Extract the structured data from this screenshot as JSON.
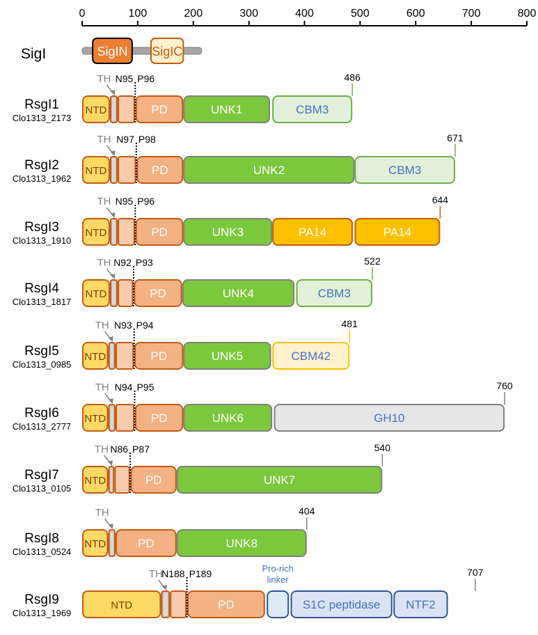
{
  "axis": {
    "ticks": [
      0,
      100,
      200,
      300,
      400,
      500,
      600,
      700,
      800
    ],
    "range": [
      0,
      800
    ]
  },
  "colors": {
    "NTD": {
      "fill": "#FFD966",
      "stroke": "#C55A11",
      "text": "#7F3F00"
    },
    "TH": {
      "fill": "#BFBFBF",
      "stroke": "#C55A11"
    },
    "PDpre": {
      "fill": "#F8CBAD",
      "stroke": "#C55A11"
    },
    "PD": {
      "fill": "#F4B183",
      "stroke": "#C55A11",
      "text": "#FFFFFF"
    },
    "UNK": {
      "fill": "#7CC83C",
      "stroke": "#808080",
      "text": "#FFFFFF"
    },
    "CBM": {
      "fill": "#E2F0D9",
      "stroke": "#70AD47",
      "text": "#4472C4"
    },
    "CBM42": {
      "fill": "#FFF2CC",
      "stroke": "#FFC000",
      "text": "#4472C4"
    },
    "PA14": {
      "fill": "#FFC000",
      "stroke": "#C55A11",
      "text": "#FFFFFF"
    },
    "GH10": {
      "fill": "#E7E6E6",
      "stroke": "#808080",
      "text": "#4472C4"
    },
    "SigIN": {
      "fill": "#ED7D31",
      "stroke": "#000000",
      "text": "#FFFFFF"
    },
    "SigIC": {
      "fill": "#FFF2CC",
      "stroke": "#C55A11",
      "text": "#C55A11"
    },
    "link": {
      "fill": "#DEEBF7",
      "stroke": "#2F5597"
    },
    "S1C": {
      "fill": "#DAE3F3",
      "stroke": "#2F5597",
      "text": "#4472C4"
    },
    "label": "#000000",
    "th_label": "#808080",
    "backbone": "#A6A6A6"
  },
  "sigI": {
    "name": "SigI",
    "length": 215,
    "domains": [
      {
        "label": "SigIN",
        "start": 19,
        "end": 90,
        "style": "SigIN"
      },
      {
        "label": "SigIC",
        "start": 124,
        "end": 182,
        "style": "SigIC"
      }
    ]
  },
  "proteins": [
    {
      "name": "RsgI1",
      "locus": "Clo1313_2173",
      "length": 486,
      "length_label": "486",
      "th_label": "TH",
      "site_n": "N95",
      "site_p": "P96",
      "cleave": 95,
      "domains": [
        {
          "label": "NTD",
          "start": 0,
          "end": 50,
          "style": "NTD"
        },
        {
          "label": "",
          "start": 50,
          "end": 64,
          "style": "TH"
        },
        {
          "label": "",
          "start": 64,
          "end": 95,
          "style": "PDpre"
        },
        {
          "label": "PD",
          "start": 96,
          "end": 182,
          "style": "PD"
        },
        {
          "label": "UNK1",
          "start": 182,
          "end": 338,
          "style": "UNK"
        },
        {
          "label": "CBM3",
          "start": 342,
          "end": 486,
          "style": "CBM"
        }
      ]
    },
    {
      "name": "RsgI2",
      "locus": "Clo1313_1962",
      "length": 671,
      "length_label": "671",
      "th_label": "TH",
      "site_n": "N97",
      "site_p": "P98",
      "cleave": 97,
      "domains": [
        {
          "label": "NTD",
          "start": 0,
          "end": 50,
          "style": "NTD"
        },
        {
          "label": "",
          "start": 50,
          "end": 64,
          "style": "TH"
        },
        {
          "label": "",
          "start": 64,
          "end": 97,
          "style": "PDpre"
        },
        {
          "label": "PD",
          "start": 98,
          "end": 182,
          "style": "PD"
        },
        {
          "label": "UNK2",
          "start": 182,
          "end": 490,
          "style": "UNK"
        },
        {
          "label": "CBM3",
          "start": 490,
          "end": 671,
          "style": "CBM"
        }
      ]
    },
    {
      "name": "RsgI3",
      "locus": "Clo1313_1910",
      "length": 644,
      "length_label": "644",
      "th_label": "TH",
      "site_n": "N95",
      "site_p": "P96",
      "cleave": 95,
      "domains": [
        {
          "label": "NTD",
          "start": 0,
          "end": 50,
          "style": "NTD"
        },
        {
          "label": "",
          "start": 50,
          "end": 64,
          "style": "TH"
        },
        {
          "label": "",
          "start": 64,
          "end": 95,
          "style": "PDpre"
        },
        {
          "label": "PD",
          "start": 96,
          "end": 182,
          "style": "PD"
        },
        {
          "label": "UNK3",
          "start": 182,
          "end": 342,
          "style": "UNK"
        },
        {
          "label": "PA14",
          "start": 342,
          "end": 487,
          "style": "PA14"
        },
        {
          "label": "PA14",
          "start": 490,
          "end": 644,
          "style": "PA14"
        }
      ]
    },
    {
      "name": "RsgI4",
      "locus": "Clo1313_1817",
      "length": 522,
      "length_label": "522",
      "th_label": "TH",
      "site_n": "N92",
      "site_p": "P93",
      "cleave": 92,
      "domains": [
        {
          "label": "NTD",
          "start": 0,
          "end": 50,
          "style": "NTD"
        },
        {
          "label": "",
          "start": 50,
          "end": 64,
          "style": "TH"
        },
        {
          "label": "",
          "start": 64,
          "end": 92,
          "style": "PDpre"
        },
        {
          "label": "PD",
          "start": 93,
          "end": 180,
          "style": "PD"
        },
        {
          "label": "UNK4",
          "start": 180,
          "end": 382,
          "style": "UNK"
        },
        {
          "label": "CBM3",
          "start": 385,
          "end": 522,
          "style": "CBM"
        }
      ]
    },
    {
      "name": "RsgI5",
      "locus": "Clo1313_0985",
      "length": 481,
      "length_label": "481",
      "th_label": "TH",
      "site_n": "N93",
      "site_p": "P94",
      "cleave": 93,
      "domains": [
        {
          "label": "NTD",
          "start": 0,
          "end": 47,
          "style": "NTD"
        },
        {
          "label": "",
          "start": 47,
          "end": 60,
          "style": "TH"
        },
        {
          "label": "",
          "start": 60,
          "end": 93,
          "style": "PDpre"
        },
        {
          "label": "PD",
          "start": 94,
          "end": 182,
          "style": "PD"
        },
        {
          "label": "UNK5",
          "start": 182,
          "end": 340,
          "style": "UNK"
        },
        {
          "label": "CBM42",
          "start": 342,
          "end": 481,
          "style": "CBM42"
        }
      ]
    },
    {
      "name": "RsgI6",
      "locus": "Clo1313_2777",
      "length": 760,
      "length_label": "760",
      "th_label": "TH",
      "site_n": "N94",
      "site_p": "P95",
      "cleave": 94,
      "domains": [
        {
          "label": "NTD",
          "start": 0,
          "end": 47,
          "style": "NTD"
        },
        {
          "label": "",
          "start": 47,
          "end": 60,
          "style": "TH"
        },
        {
          "label": "",
          "start": 60,
          "end": 94,
          "style": "PDpre"
        },
        {
          "label": "PD",
          "start": 95,
          "end": 182,
          "style": "PD"
        },
        {
          "label": "UNK6",
          "start": 182,
          "end": 342,
          "style": "UNK"
        },
        {
          "label": "GH10",
          "start": 345,
          "end": 760,
          "style": "GH10"
        }
      ]
    },
    {
      "name": "RsgI7",
      "locus": "Clo1313_0105",
      "length": 540,
      "length_label": "540",
      "th_label": "TH",
      "site_n": "N86",
      "site_p": "P87",
      "cleave": 86,
      "domains": [
        {
          "label": "NTD",
          "start": 0,
          "end": 47,
          "style": "NTD"
        },
        {
          "label": "",
          "start": 47,
          "end": 58,
          "style": "TH"
        },
        {
          "label": "",
          "start": 58,
          "end": 86,
          "style": "PDpre"
        },
        {
          "label": "PD",
          "start": 87,
          "end": 170,
          "style": "PD"
        },
        {
          "label": "UNK7",
          "start": 170,
          "end": 540,
          "style": "UNK"
        }
      ]
    },
    {
      "name": "RsgI8",
      "locus": "Clo1313_0524",
      "length": 404,
      "length_label": "404",
      "th_label": "TH",
      "site_n": "",
      "site_p": "",
      "cleave": null,
      "domains": [
        {
          "label": "NTD",
          "start": 0,
          "end": 47,
          "style": "NTD"
        },
        {
          "label": "",
          "start": 47,
          "end": 60,
          "style": "TH"
        },
        {
          "label": "PD",
          "start": 60,
          "end": 170,
          "style": "PD"
        },
        {
          "label": "UNK8",
          "start": 170,
          "end": 404,
          "style": "UNK"
        }
      ]
    },
    {
      "name": "RsgI9",
      "locus": "Clo1313_1969",
      "length": 707,
      "length_label": "707",
      "th_label": "TH",
      "site_n": "N188",
      "site_p": "P189",
      "cleave": 188,
      "domains": [
        {
          "label": "NTD",
          "start": 0,
          "end": 142,
          "style": "NTD"
        },
        {
          "label": "",
          "start": 142,
          "end": 158,
          "style": "TH"
        },
        {
          "label": "",
          "start": 158,
          "end": 188,
          "style": "PDpre"
        },
        {
          "label": "PD",
          "start": 189,
          "end": 329,
          "style": "PD"
        },
        {
          "label": "",
          "start": 332,
          "end": 372,
          "style": "link"
        },
        {
          "label": "S1C peptidase",
          "start": 375,
          "end": 558,
          "style": "S1C"
        },
        {
          "label": "NTF2",
          "start": 560,
          "end": 658,
          "style": "S1C"
        }
      ],
      "annotation": {
        "line1": "Pro-rich",
        "line2": "linker",
        "at": 352
      }
    }
  ]
}
